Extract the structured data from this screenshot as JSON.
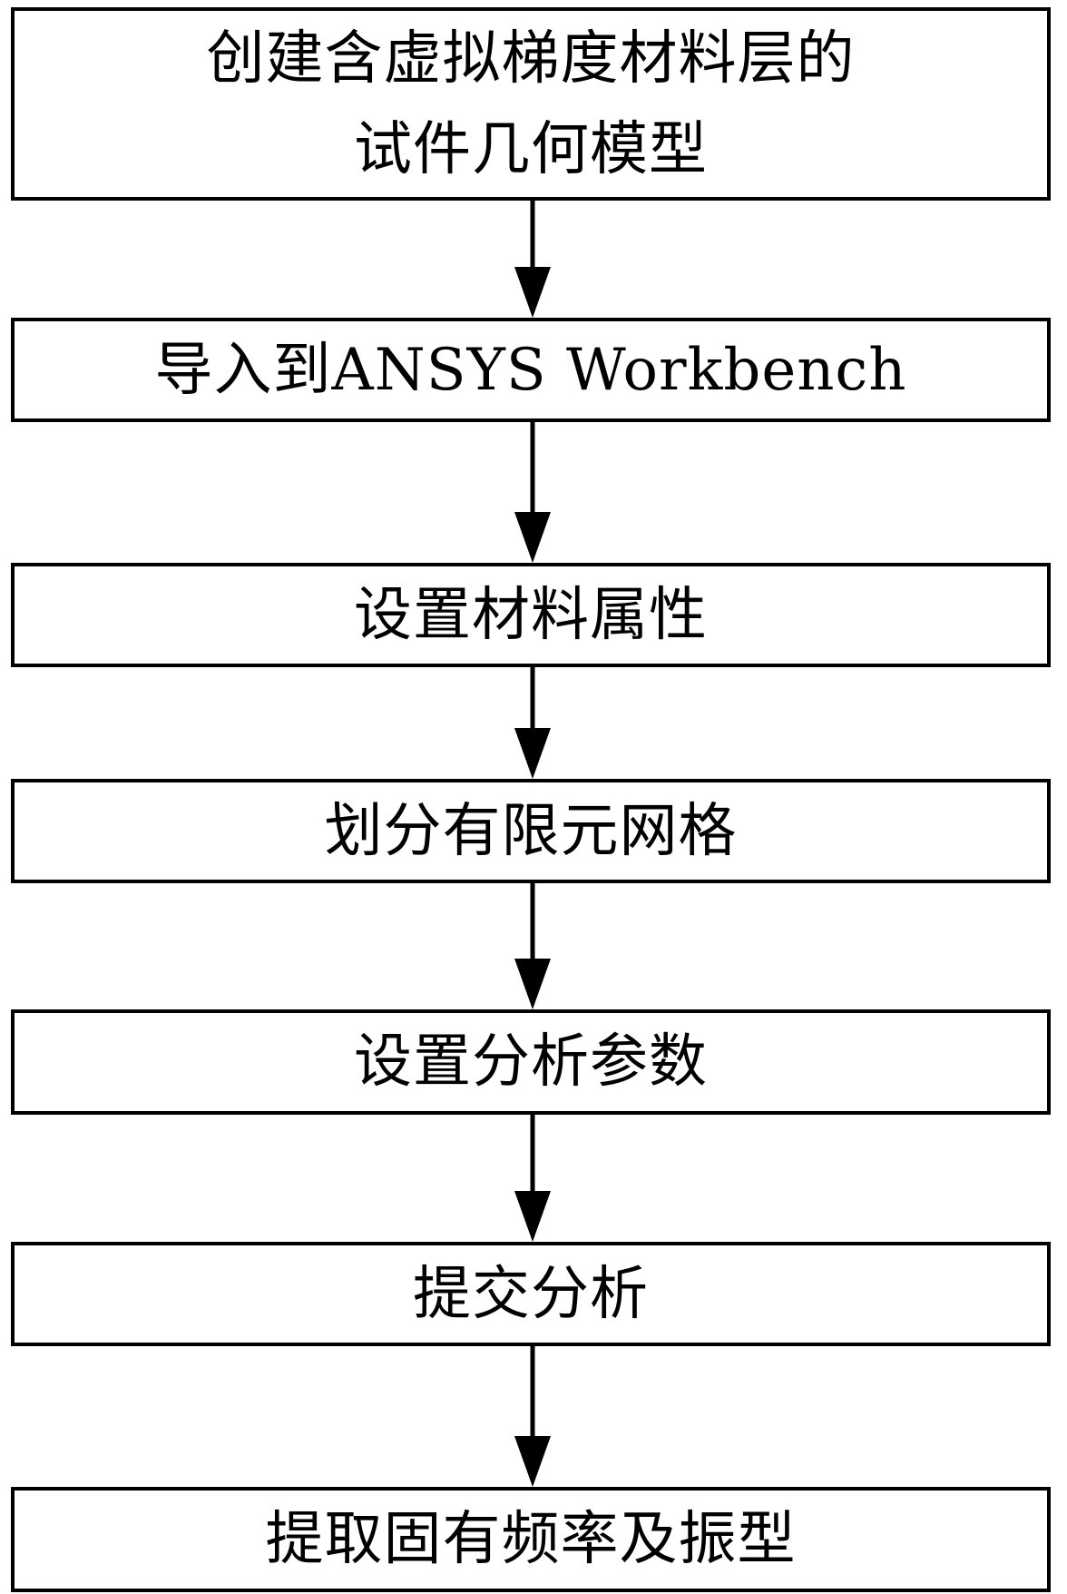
{
  "flowchart": {
    "steps": [
      {
        "id": "step-1",
        "label": "创建含虚拟梯度材料层的\n试件几何模型"
      },
      {
        "id": "step-2",
        "label": "导入到ANSYS Workbench"
      },
      {
        "id": "step-3",
        "label": "设置材料属性"
      },
      {
        "id": "step-4",
        "label": "划分有限元网格"
      },
      {
        "id": "step-5",
        "label": "设置分析参数"
      },
      {
        "id": "step-6",
        "label": "提交分析"
      },
      {
        "id": "step-7",
        "label": "提取固有频率及振型"
      }
    ],
    "connections": [
      {
        "from": "step-1",
        "to": "step-2"
      },
      {
        "from": "step-2",
        "to": "step-3"
      },
      {
        "from": "step-3",
        "to": "step-4"
      },
      {
        "from": "step-4",
        "to": "step-5"
      },
      {
        "from": "step-5",
        "to": "step-6"
      },
      {
        "from": "step-6",
        "to": "step-7"
      }
    ],
    "colors": {
      "box_border": "#000000",
      "box_fill": "#ffffff",
      "arrow": "#000000",
      "text": "#000000"
    }
  }
}
